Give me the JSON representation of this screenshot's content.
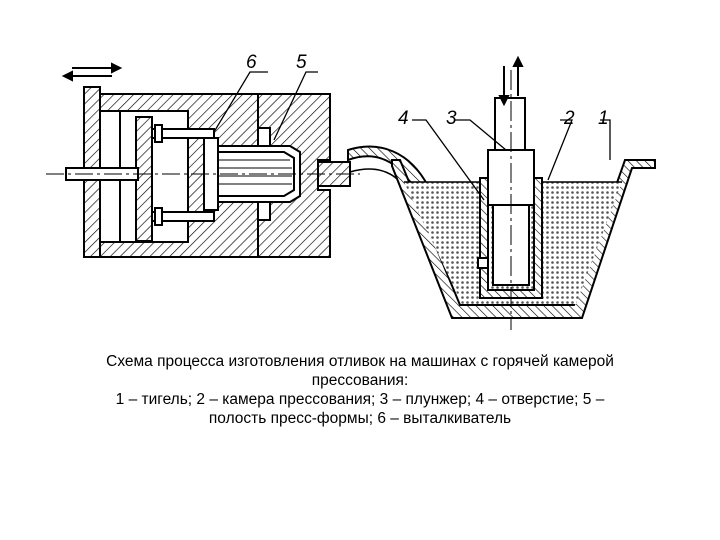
{
  "figure": {
    "labels": [
      {
        "id": "6",
        "text": "6"
      },
      {
        "id": "5",
        "text": "5"
      },
      {
        "id": "4",
        "text": "4"
      },
      {
        "id": "3",
        "text": "3"
      },
      {
        "id": "2",
        "text": "2"
      },
      {
        "id": "1",
        "text": "1"
      }
    ],
    "colors": {
      "line": "#000000",
      "melt": "#a0a0a0",
      "background": "#ffffff"
    }
  },
  "caption": {
    "line1": "Схема процесса изготовления отливок на машинах с горячей камерой",
    "line2": "прессования:",
    "line3": "1 – тигель; 2 – камера прессования;  3 – плунжер; 4 – отверстие; 5 –",
    "line4": "полость пресс-формы;  6 – выталкиватель"
  }
}
